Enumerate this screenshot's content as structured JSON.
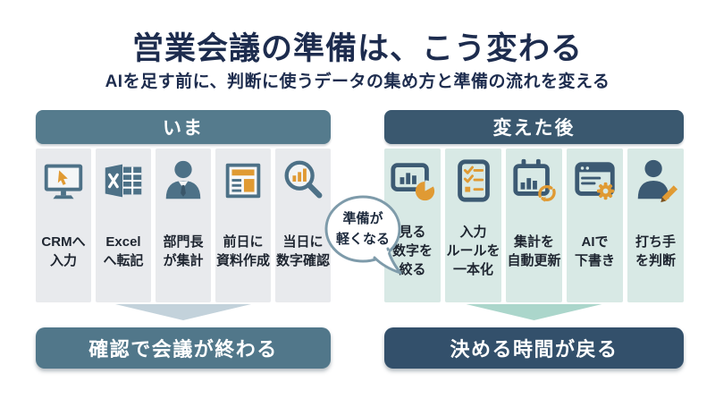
{
  "title": "営業会議の準備は、こう変わる",
  "subtitle": "AIを足す前に、判断に使うデータの集め方と準備の流れを変える",
  "colors": {
    "title_text": "#1D2C4E",
    "before_header_bg": "#557B8D",
    "before_card_bg": "#E8EAED",
    "before_icon": "#4D7187",
    "before_arrow": "#C3D2DB",
    "before_banner_bg": "#51778A",
    "after_header_bg": "#3A586F",
    "after_card_bg": "#D8E9E5",
    "after_icon": "#3C5A73",
    "after_arrow": "#ABD6CB",
    "after_banner_bg": "#33506B",
    "accent_orange": "#E09A33",
    "bubble_border": "#7E9BAA"
  },
  "before": {
    "header": "いま",
    "items": [
      {
        "icon": "crm-monitor-icon",
        "lines": [
          "CRMへ",
          "入力"
        ]
      },
      {
        "icon": "excel-icon",
        "lines": [
          "Excel",
          "へ転記"
        ]
      },
      {
        "icon": "manager-icon",
        "lines": [
          "部門長",
          "が集計"
        ]
      },
      {
        "icon": "report-document-icon",
        "lines": [
          "前日に",
          "資料作成"
        ]
      },
      {
        "icon": "magnifier-chart-icon",
        "lines": [
          "当日に",
          "数字確認"
        ]
      }
    ],
    "result": "確認で会議が終わる"
  },
  "after": {
    "header": "変えた後",
    "items": [
      {
        "icon": "dashboard-pie-icon",
        "lines": [
          "見る",
          "数字を",
          "絞る"
        ]
      },
      {
        "icon": "checklist-icon",
        "lines": [
          "入力",
          "ルールを",
          "一本化"
        ]
      },
      {
        "icon": "calendar-refresh-icon",
        "lines": [
          "集計を",
          "自動更新"
        ]
      },
      {
        "icon": "browser-gear-icon",
        "lines": [
          "AIで",
          "下書き"
        ]
      },
      {
        "icon": "person-pencil-icon",
        "lines": [
          "打ち手",
          "を判断"
        ]
      }
    ],
    "result": "決める時間が戻る"
  },
  "bubble": {
    "lines": [
      "準備が",
      "軽くなる"
    ]
  }
}
